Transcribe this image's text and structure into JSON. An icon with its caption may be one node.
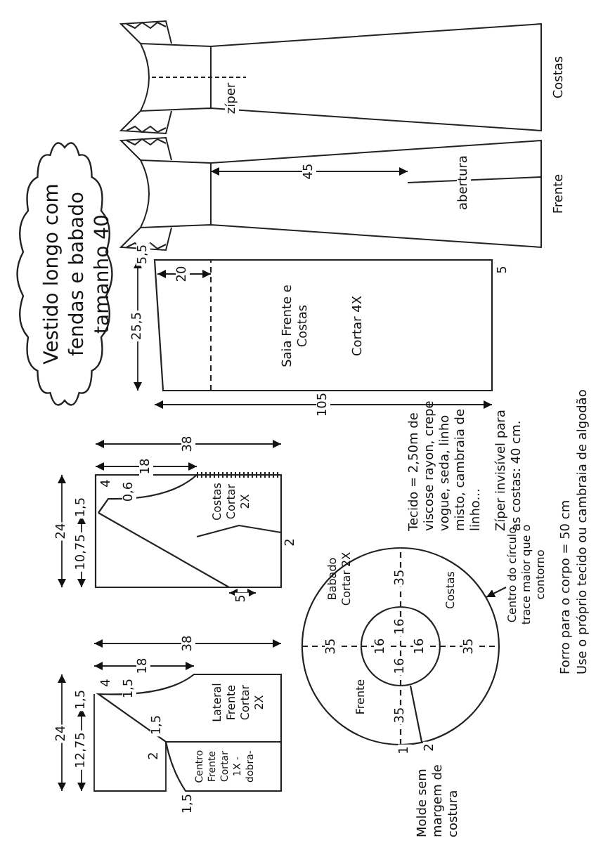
{
  "diagram": {
    "title": "Vestido longo com fendas e babado tamanho 40",
    "nodes": [
      {
        "text": [
          "Saia Frente e Costas",
          "Cortar 4X"
        ]
      },
      {
        "text": [
          "Costas Cortar 2X"
        ]
      },
      {
        "text": [
          "Lateral Frente Cortar 2X"
        ]
      },
      {
        "text": [
          "Centro Frente Cortar 1X -dobra-"
        ]
      },
      {
        "text": [
          "Babado Cortar 2X",
          "Frente",
          "Costas"
        ]
      },
      {
        "text": [
          "Centro do círculo trace maior que o contorno"
        ]
      }
    ],
    "edges": [
      {
        "from": 5,
        "to": 4,
        "arrow": "to"
      }
    ],
    "labels": [
      "zíper",
      "45",
      "abertura",
      "Costas",
      "Frente",
      "5,5",
      "20",
      "25,5",
      "105",
      "5",
      "24",
      "18",
      "38",
      "1,5",
      "4",
      "0,6",
      "10,75",
      "5",
      "2",
      "24",
      "18",
      "38",
      "4",
      "1,5",
      "1,5",
      "12,75",
      "1,5",
      "2",
      "1,5",
      "35",
      "16",
      "35",
      "16",
      "16",
      "35",
      "16",
      "35",
      "1",
      "2",
      "Molde sem margem de costura",
      "Tecido = 2,50m de viscose rayon, crepe vogue, seda, linho misto, cambraia de linho...",
      "Zíper invisível para as costas: 40 cm.",
      "Forro para o corpo = 50 cm",
      "Use o próprio tecido ou cambraia de algodão"
    ]
  }
}
